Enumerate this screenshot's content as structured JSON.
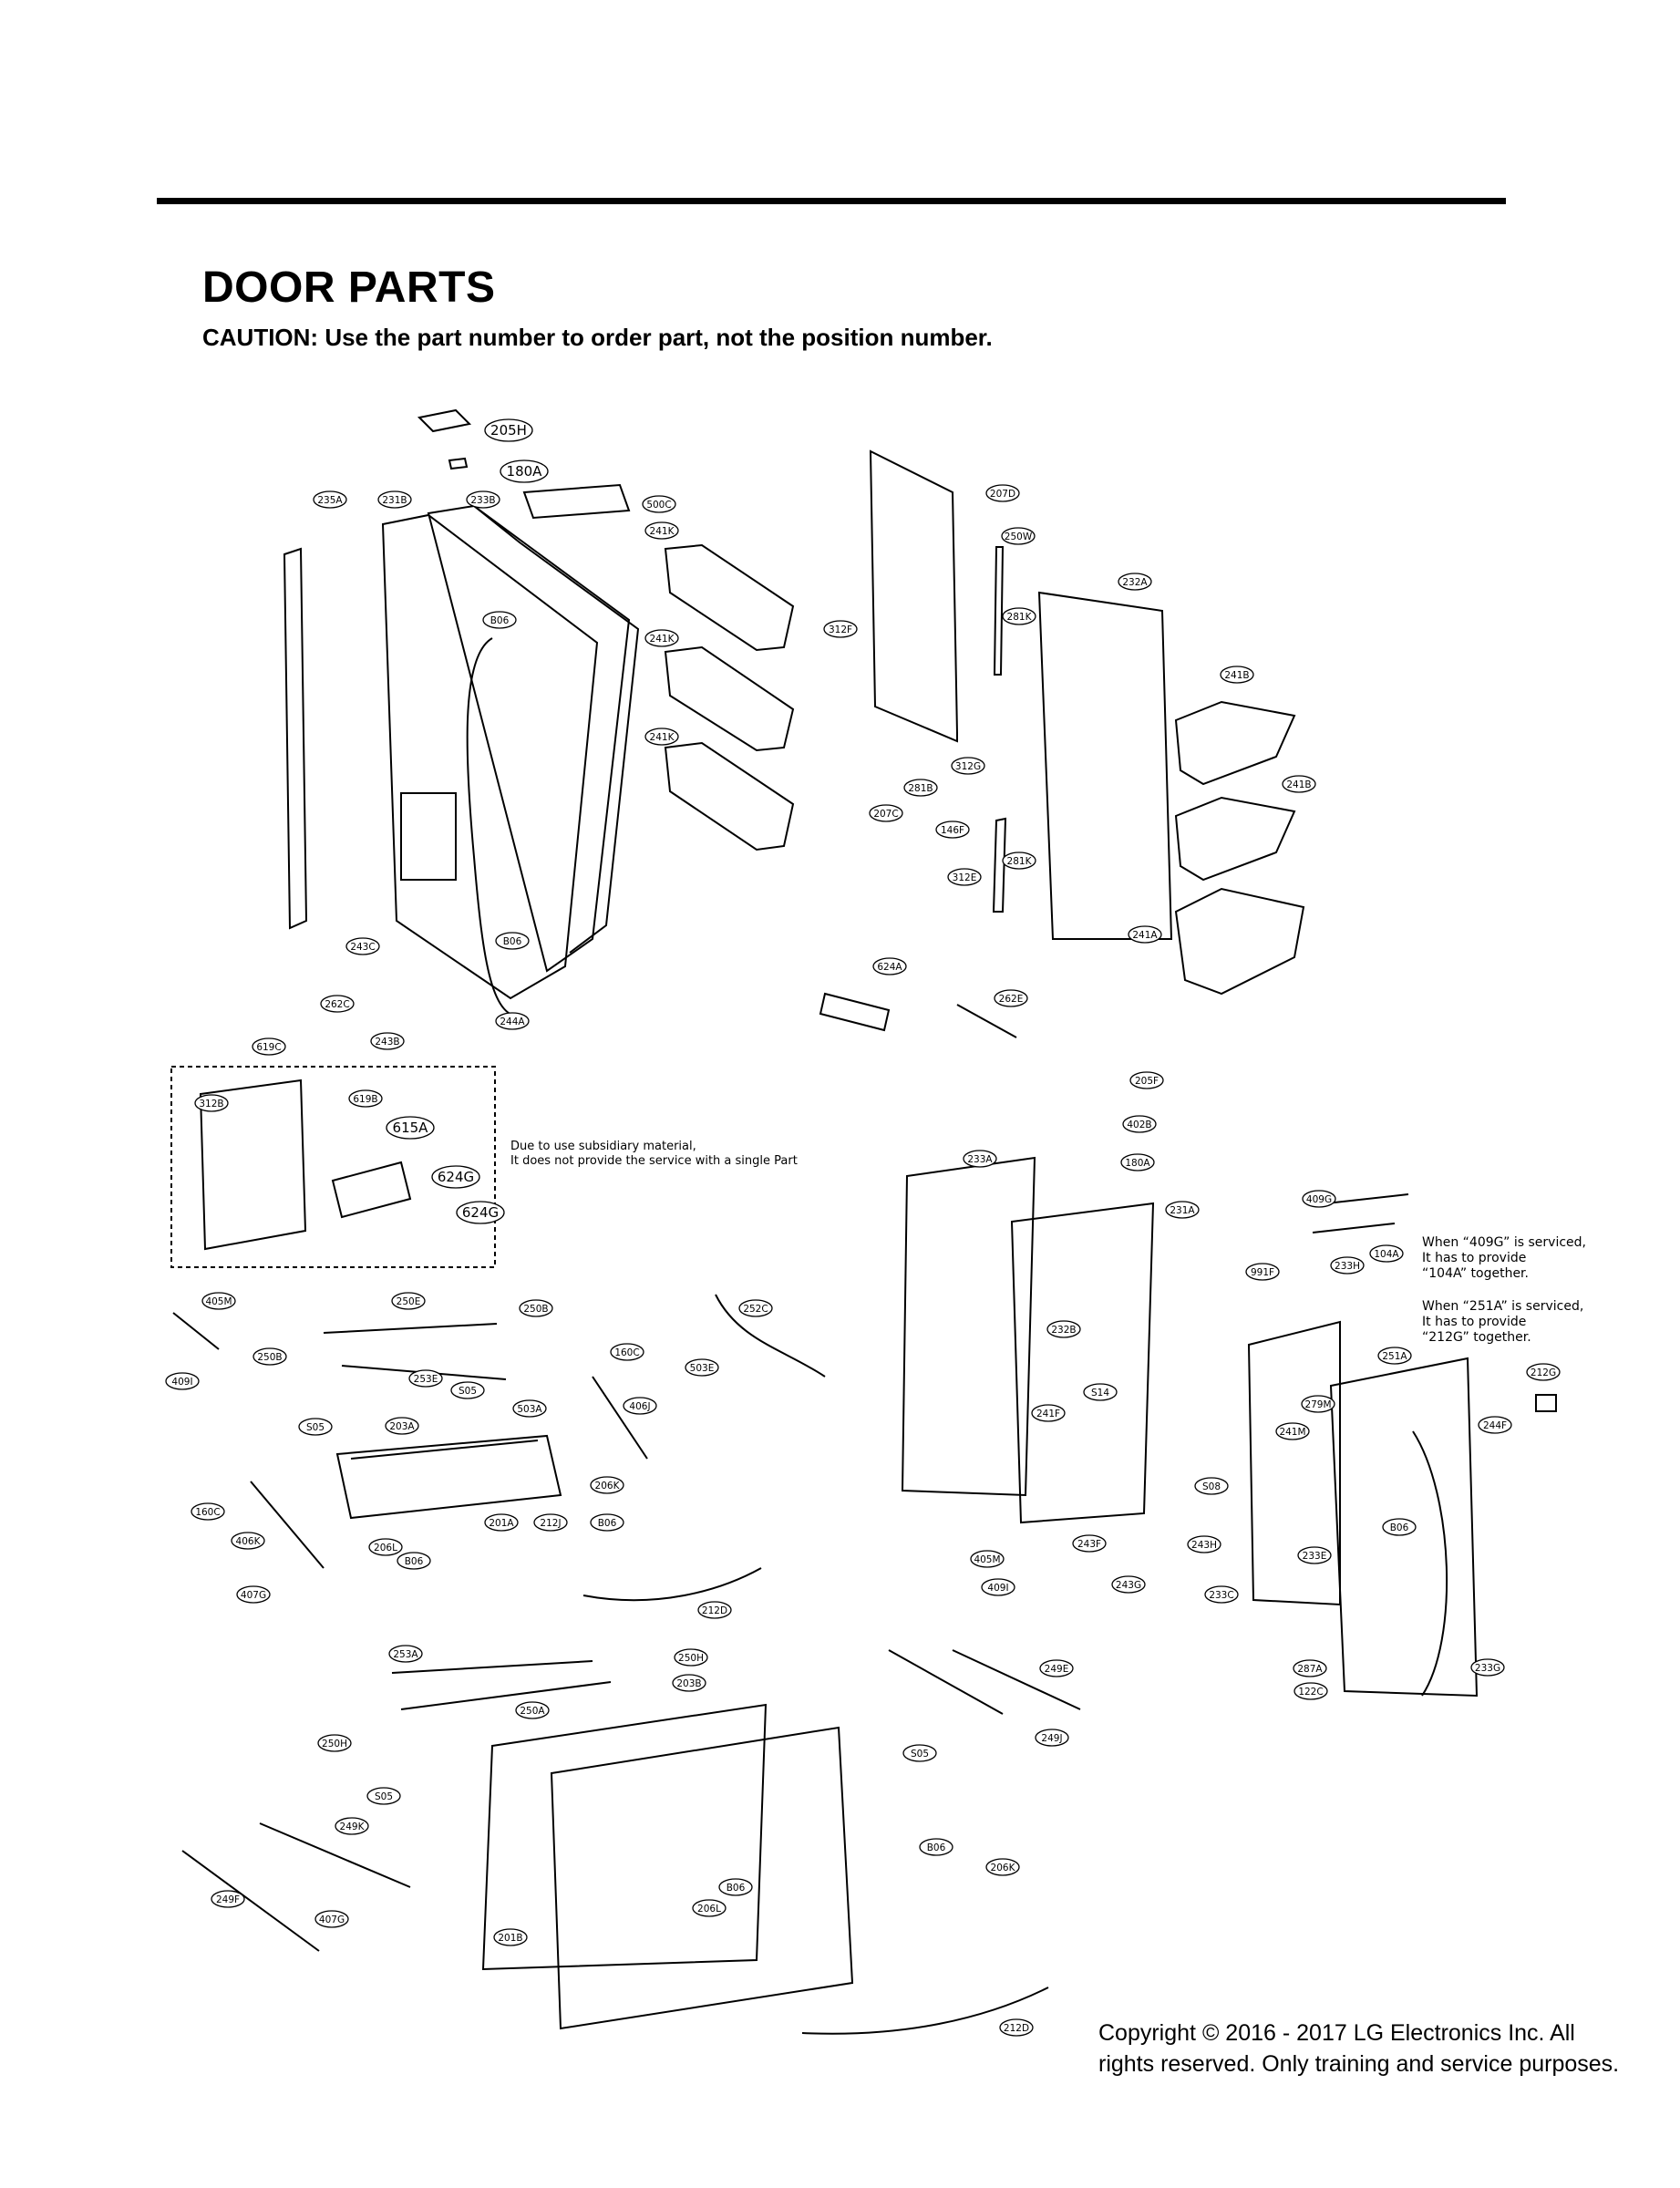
{
  "header": {
    "title": "DOOR PARTS",
    "caution": "CAUTION: Use the part number to order part, not the position number."
  },
  "notes": {
    "subsidiary_line1": "Due to use subsidiary material,",
    "subsidiary_line2": "It does not provide the service with a single Part",
    "service_409g_line1": "When “409G” is serviced,",
    "service_409g_line2": "It has to provide",
    "service_409g_line3": "“104A” together.",
    "service_251a_line1": "When “251A” is serviced,",
    "service_251a_line2": "It has to provide",
    "service_251a_line3": "“212G” together."
  },
  "callouts": [
    {
      "id": "205H"
    },
    {
      "id": "180A"
    },
    {
      "id": "235A"
    },
    {
      "id": "231B"
    },
    {
      "id": "233B"
    },
    {
      "id": "500C"
    },
    {
      "id": "241K"
    },
    {
      "id": "B06"
    },
    {
      "id": "241K"
    },
    {
      "id": "241K"
    },
    {
      "id": "207D"
    },
    {
      "id": "250W"
    },
    {
      "id": "232A"
    },
    {
      "id": "281K"
    },
    {
      "id": "312F"
    },
    {
      "id": "241B"
    },
    {
      "id": "312G"
    },
    {
      "id": "281B"
    },
    {
      "id": "207C"
    },
    {
      "id": "146F"
    },
    {
      "id": "241B"
    },
    {
      "id": "281K"
    },
    {
      "id": "312E"
    },
    {
      "id": "241A"
    },
    {
      "id": "243C"
    },
    {
      "id": "B06"
    },
    {
      "id": "262C"
    },
    {
      "id": "244A"
    },
    {
      "id": "243B"
    },
    {
      "id": "624A"
    },
    {
      "id": "262E"
    },
    {
      "id": "619C"
    },
    {
      "id": "312B"
    },
    {
      "id": "619B"
    },
    {
      "id": "615A"
    },
    {
      "id": "624G"
    },
    {
      "id": "624G"
    },
    {
      "id": "205F"
    },
    {
      "id": "402B"
    },
    {
      "id": "233A"
    },
    {
      "id": "180A"
    },
    {
      "id": "231A"
    },
    {
      "id": "409G"
    },
    {
      "id": "104A"
    },
    {
      "id": "233H"
    },
    {
      "id": "991F"
    },
    {
      "id": "251A"
    },
    {
      "id": "212G"
    },
    {
      "id": "405M"
    },
    {
      "id": "250E"
    },
    {
      "id": "250B"
    },
    {
      "id": "252C"
    },
    {
      "id": "250B"
    },
    {
      "id": "409I"
    },
    {
      "id": "253E"
    },
    {
      "id": "160C"
    },
    {
      "id": "503E"
    },
    {
      "id": "S05"
    },
    {
      "id": "503A"
    },
    {
      "id": "406J"
    },
    {
      "id": "S05"
    },
    {
      "id": "203A"
    },
    {
      "id": "232B"
    },
    {
      "id": "S14"
    },
    {
      "id": "241F"
    },
    {
      "id": "279M"
    },
    {
      "id": "241M"
    },
    {
      "id": "244F"
    },
    {
      "id": "206K"
    },
    {
      "id": "160C"
    },
    {
      "id": "201A"
    },
    {
      "id": "212J"
    },
    {
      "id": "B06"
    },
    {
      "id": "406K"
    },
    {
      "id": "206L"
    },
    {
      "id": "B06"
    },
    {
      "id": "S08"
    },
    {
      "id": "B06"
    },
    {
      "id": "243F"
    },
    {
      "id": "243H"
    },
    {
      "id": "405M"
    },
    {
      "id": "409I"
    },
    {
      "id": "243G"
    },
    {
      "id": "233E"
    },
    {
      "id": "407G"
    },
    {
      "id": "212D"
    },
    {
      "id": "233C"
    },
    {
      "id": "253A"
    },
    {
      "id": "250H"
    },
    {
      "id": "203B"
    },
    {
      "id": "249E"
    },
    {
      "id": "287A"
    },
    {
      "id": "233G"
    },
    {
      "id": "122C"
    },
    {
      "id": "250A"
    },
    {
      "id": "249J"
    },
    {
      "id": "250H"
    },
    {
      "id": "S05"
    },
    {
      "id": "S05"
    },
    {
      "id": "249K"
    },
    {
      "id": "B06"
    },
    {
      "id": "206K"
    },
    {
      "id": "B06"
    },
    {
      "id": "249F"
    },
    {
      "id": "206L"
    },
    {
      "id": "407G"
    },
    {
      "id": "201B"
    },
    {
      "id": "212D"
    }
  ],
  "footer": {
    "copyright_line1": "Copyright © 2016 - 2017 LG Electronics Inc. All",
    "copyright_line2": "rights reserved. Only training and service purposes."
  }
}
